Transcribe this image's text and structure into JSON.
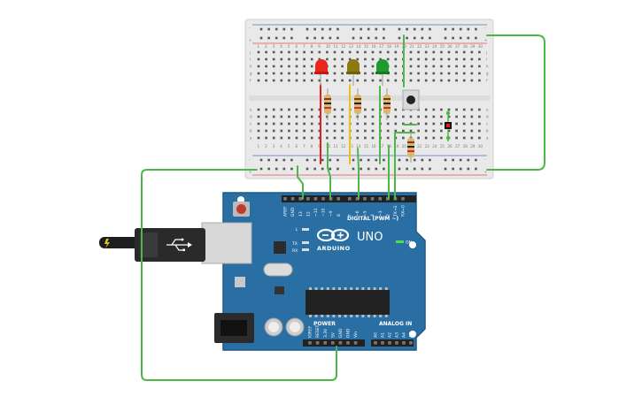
{
  "colors": {
    "board": "#2a6fa3",
    "board_edge": "#1d5a88",
    "breadboard": "#e9e9e9",
    "wire_green": "#4db848",
    "wire_red": "#e02020",
    "wire_yellow": "#e8c21a",
    "led_red": "#e8261d",
    "led_yellow": "#8b7a12",
    "led_green": "#1f9a2c",
    "rail_red": "#e05050",
    "rail_blue": "#4a73c0"
  },
  "breadboard": {
    "rail_plus": "+",
    "rail_minus": "-",
    "row_letters_top": [
      "j",
      "i",
      "h",
      "g",
      "f"
    ],
    "row_letters_bottom": [
      "e",
      "d",
      "c",
      "b",
      "a"
    ],
    "column_numbers": [
      "1",
      "2",
      "3",
      "4",
      "5",
      "6",
      "7",
      "8",
      "9",
      "10",
      "11",
      "12",
      "13",
      "14",
      "15",
      "16",
      "17",
      "18",
      "19",
      "20",
      "21",
      "22",
      "23",
      "24",
      "25",
      "26",
      "27",
      "28",
      "29",
      "30"
    ]
  },
  "arduino": {
    "brand": "ARDUINO",
    "model": "UNO",
    "digital_label": "DIGITAL (PWM ~)",
    "power_label": "POWER",
    "analog_label": "ANALOG IN",
    "on_label": "ON",
    "l_label": "L",
    "tx_label": "TX",
    "rx_label": "RX",
    "top_pins": [
      "AREF",
      "GND",
      "13",
      "12",
      "~11",
      "~10",
      "~9",
      "8",
      "7",
      "~6",
      "~5",
      "4",
      "~3",
      "2",
      "TX→1",
      "RX←0"
    ],
    "power_pins": [
      "IOREF",
      "RESET",
      "3.3V",
      "5V",
      "GND",
      "GND",
      "Vin"
    ],
    "analog_pins": [
      "A0",
      "A1",
      "A2",
      "A3",
      "A4",
      "A5"
    ]
  },
  "components": {
    "leds": [
      "red-led",
      "yellow-led",
      "green-led"
    ],
    "resistor_count": 4,
    "pushbutton": "pushbutton",
    "usb_plug": "usb-plug-icon"
  }
}
